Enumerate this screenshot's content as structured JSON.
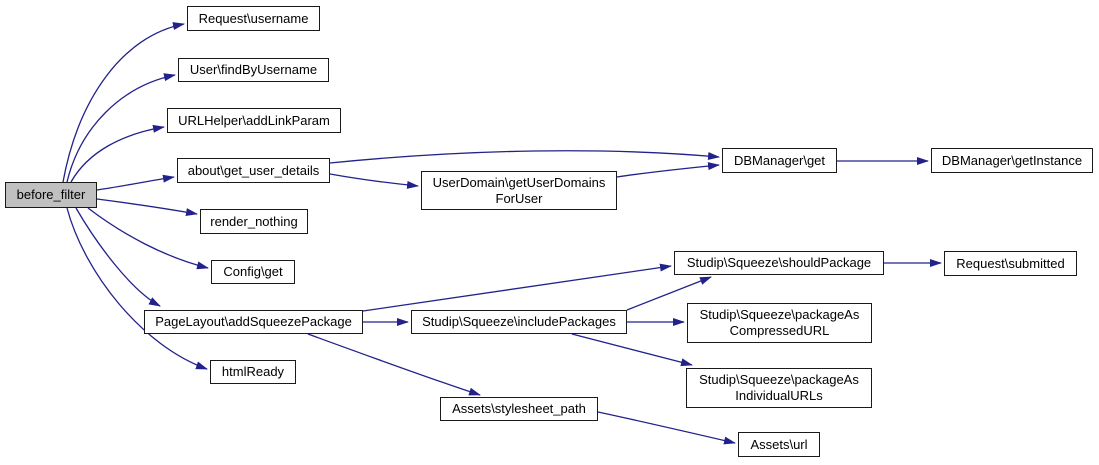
{
  "diagram": {
    "type": "call-graph",
    "background": "#ffffff",
    "edge_color": "#22228a",
    "node_border_color": "#1a1a1a",
    "node_fill": "#ffffff",
    "focus_node_fill": "#c0c0c0"
  },
  "nodes": {
    "before_filter": {
      "label": "before_filter"
    },
    "request_username": {
      "label": "Request\\username"
    },
    "user_findByUsername": {
      "label": "User\\findByUsername"
    },
    "urlhelper_addLinkParam": {
      "label": "URLHelper\\addLinkParam"
    },
    "about_get_user_details": {
      "label": "about\\get_user_details"
    },
    "render_nothing": {
      "label": "render_nothing"
    },
    "config_get": {
      "label": "Config\\get"
    },
    "pagelayout_addSqueezePackage": {
      "label": "PageLayout\\addSqueezePackage"
    },
    "htmlready": {
      "label": "htmlReady"
    },
    "userdomain_getUserDomainsForUser": {
      "label": "UserDomain\\getUserDomains\nForUser"
    },
    "dbmanager_get": {
      "label": "DBManager\\get"
    },
    "dbmanager_getInstance": {
      "label": "DBManager\\getInstance"
    },
    "squeeze_shouldPackage": {
      "label": "Studip\\Squeeze\\shouldPackage"
    },
    "request_submitted": {
      "label": "Request\\submitted"
    },
    "squeeze_includePackages": {
      "label": "Studip\\Squeeze\\includePackages"
    },
    "squeeze_packageAsCompressedURL": {
      "label": "Studip\\Squeeze\\packageAs\nCompressedURL"
    },
    "squeeze_packageAsIndividualURLs": {
      "label": "Studip\\Squeeze\\packageAs\nIndividualURLs"
    },
    "assets_stylesheet_path": {
      "label": "Assets\\stylesheet_path"
    },
    "assets_url": {
      "label": "Assets\\url"
    }
  },
  "edges": [
    {
      "from": "before_filter",
      "to": "request_username"
    },
    {
      "from": "before_filter",
      "to": "user_findByUsername"
    },
    {
      "from": "before_filter",
      "to": "urlhelper_addLinkParam"
    },
    {
      "from": "before_filter",
      "to": "about_get_user_details"
    },
    {
      "from": "before_filter",
      "to": "render_nothing"
    },
    {
      "from": "before_filter",
      "to": "config_get"
    },
    {
      "from": "before_filter",
      "to": "pagelayout_addSqueezePackage"
    },
    {
      "from": "before_filter",
      "to": "htmlready"
    },
    {
      "from": "about_get_user_details",
      "to": "dbmanager_get"
    },
    {
      "from": "about_get_user_details",
      "to": "userdomain_getUserDomainsForUser"
    },
    {
      "from": "userdomain_getUserDomainsForUser",
      "to": "dbmanager_get"
    },
    {
      "from": "dbmanager_get",
      "to": "dbmanager_getInstance"
    },
    {
      "from": "pagelayout_addSqueezePackage",
      "to": "squeeze_shouldPackage"
    },
    {
      "from": "pagelayout_addSqueezePackage",
      "to": "squeeze_includePackages"
    },
    {
      "from": "pagelayout_addSqueezePackage",
      "to": "assets_stylesheet_path"
    },
    {
      "from": "squeeze_includePackages",
      "to": "squeeze_shouldPackage"
    },
    {
      "from": "squeeze_includePackages",
      "to": "squeeze_packageAsCompressedURL"
    },
    {
      "from": "squeeze_includePackages",
      "to": "squeeze_packageAsIndividualURLs"
    },
    {
      "from": "squeeze_shouldPackage",
      "to": "request_submitted"
    },
    {
      "from": "assets_stylesheet_path",
      "to": "assets_url"
    }
  ]
}
